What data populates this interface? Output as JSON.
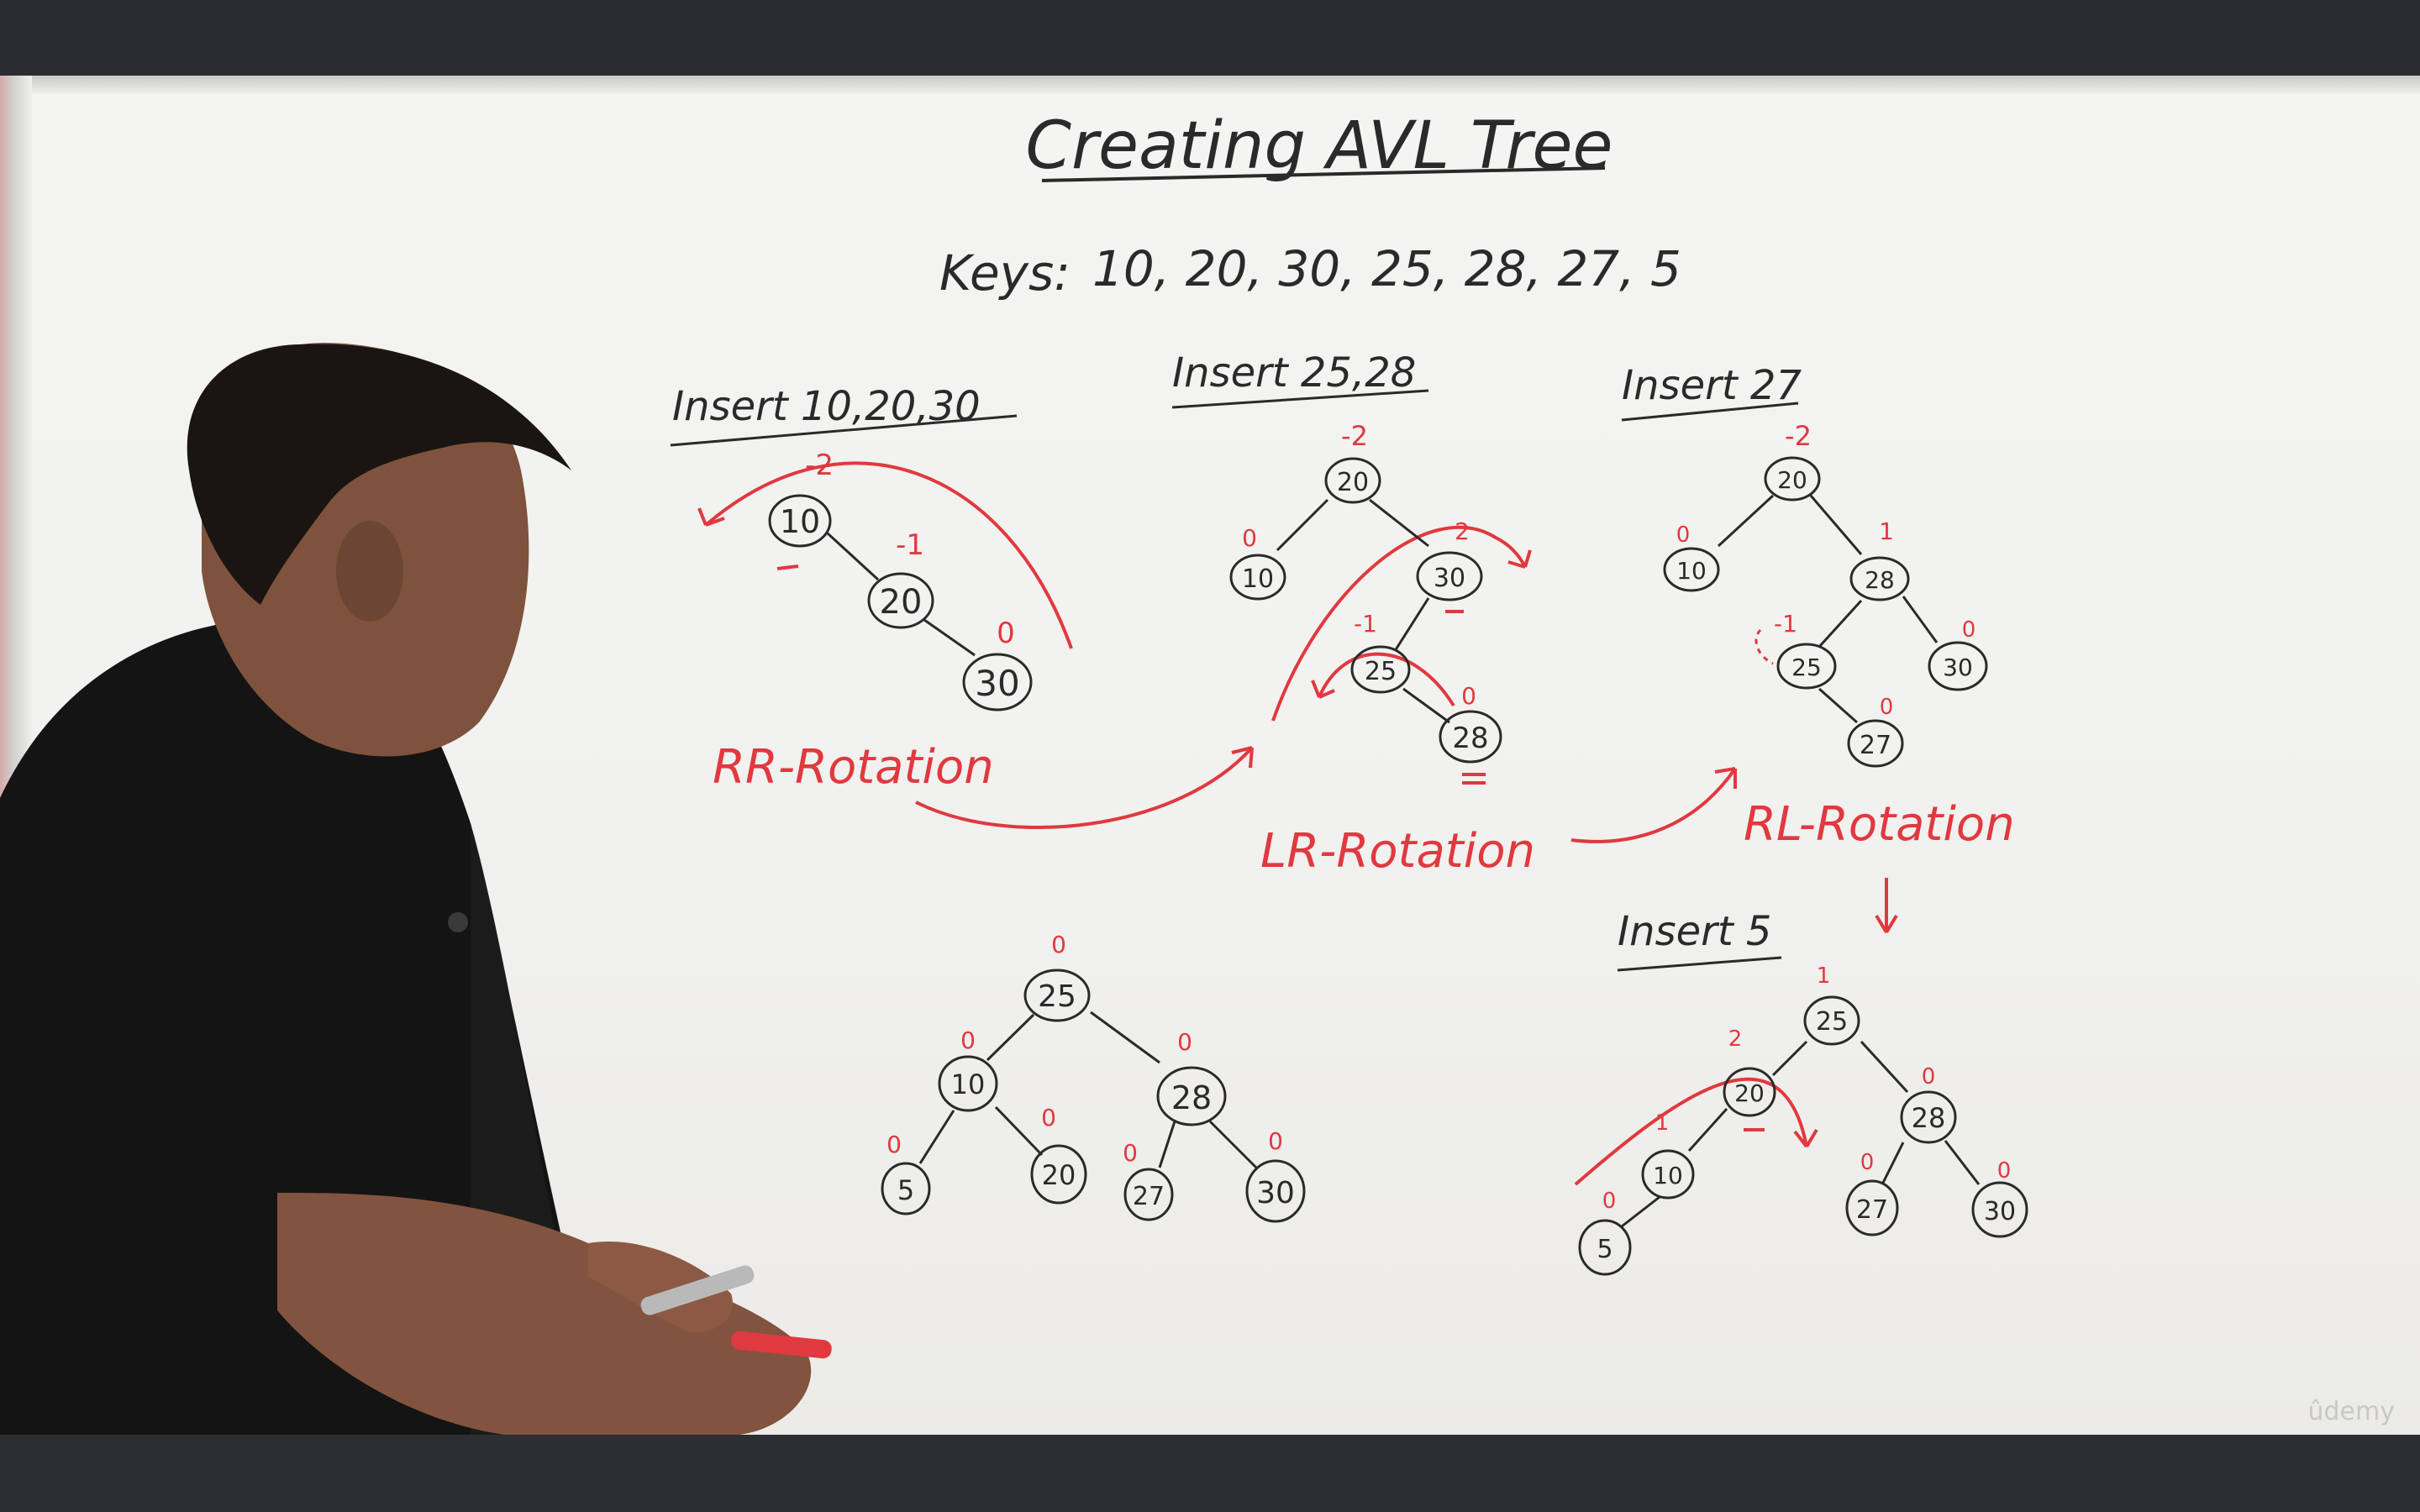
{
  "board": {
    "title": "Creating AVL Tree",
    "keys_label": "Keys:",
    "keys_value": "10, 20, 30, 25, 28, 27, 5"
  },
  "sections": {
    "insert_a": "Insert 10,20,30",
    "insert_b": "Insert 25,28",
    "insert_c": "Insert 27",
    "insert_d": "Insert 5"
  },
  "rotations": {
    "rr": "RR-Rotation",
    "lr": "LR-Rotation",
    "rl": "RL-Rotation"
  },
  "nodes": {
    "t1": [
      "10",
      "20",
      "30"
    ],
    "t2": [
      "20",
      "10",
      "30",
      "25",
      "28"
    ],
    "t3": [
      "20",
      "10",
      "28",
      "25",
      "30",
      "27"
    ],
    "t4": [
      "25",
      "10",
      "28",
      "5",
      "20",
      "27",
      "30"
    ],
    "t5": [
      "25",
      "20",
      "28",
      "10",
      "27",
      "30",
      "5"
    ]
  },
  "balance": {
    "t1": [
      "-2",
      "-1",
      "0"
    ],
    "t2": [
      "-2",
      "0",
      "2",
      "-1",
      "0"
    ],
    "t3": [
      "-2",
      "0",
      "1",
      "-1",
      "0",
      "0"
    ],
    "t4": [
      "0",
      "0",
      "0",
      "0",
      "0",
      "0",
      "0"
    ],
    "t5": [
      "1",
      "2",
      "0",
      "1",
      "0",
      "0",
      "0"
    ]
  },
  "watermark": "ûdemy",
  "colors": {
    "ink_black": "#2a2a2a",
    "ink_red": "#e0393f",
    "board": "#f2f2f0",
    "letterbox": "#2b2d31",
    "shirt": "#141414",
    "skin": "#8a5a42"
  }
}
